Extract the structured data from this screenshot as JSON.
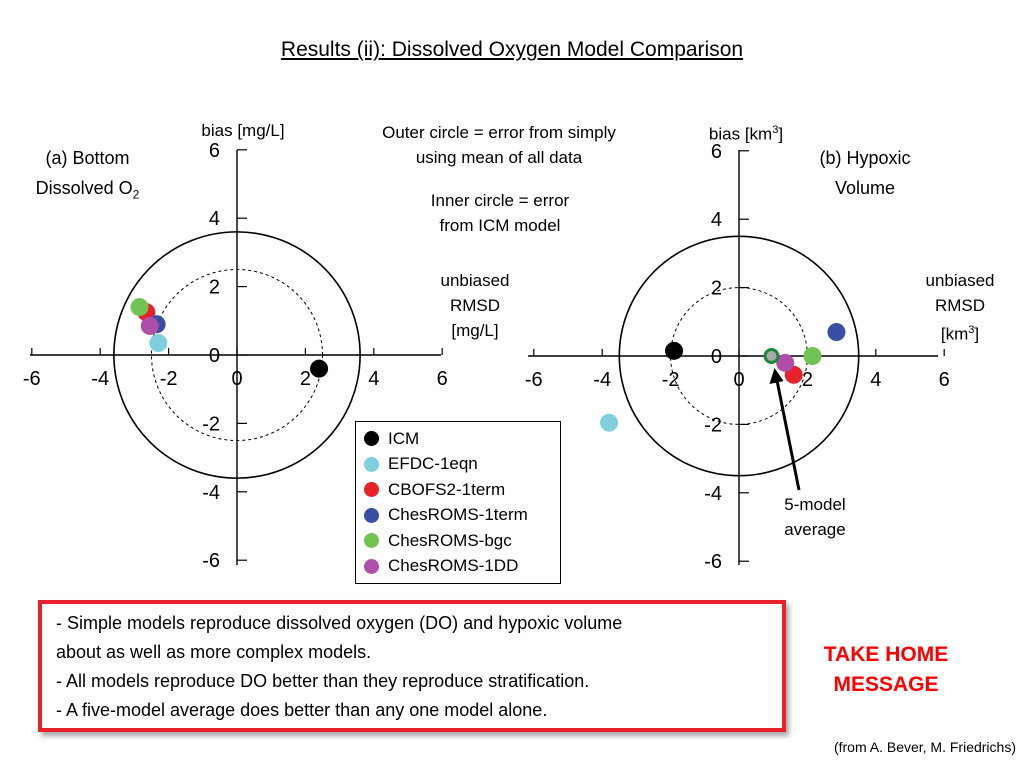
{
  "slide": {
    "title": "Results (ii): Dissolved Oxygen Model Comparison",
    "note_outer": [
      "Outer circle = error from simply",
      "using mean of all data"
    ],
    "note_inner": [
      "Inner circle = error",
      "from ICM model"
    ],
    "take_home": [
      "TAKE HOME",
      "MESSAGE"
    ],
    "credit": "(from A. Bever, M. Friedrichs)"
  },
  "messages": [
    "- Simple models reproduce dissolved oxygen (DO) and hypoxic volume",
    "about as well as more complex models.",
    "- All models reproduce DO better than they reproduce stratification.",
    "- A five-model average does better than any one model alone."
  ],
  "colors": {
    "ICM": "#000000",
    "EFDC-1eqn": "#7fcfdf",
    "CBOFS2-1term": "#e8222b",
    "ChesROMS-1term": "#3a4fa3",
    "ChesROMS-bgc": "#71c451",
    "ChesROMS-1DD": "#b04fa8",
    "average": "#1a8a3a",
    "message_border": "#e8222b",
    "take_home": "#ff0000"
  },
  "legend": [
    "ICM",
    "EFDC-1eqn",
    "CBOFS2-1term",
    "ChesROMS-1term",
    "ChesROMS-bgc",
    "ChesROMS-1DD"
  ],
  "chart_data": [
    {
      "type": "scatter",
      "title": [
        "(a) Bottom",
        "Dissolved O",
        "2"
      ],
      "ylabel": "bias [mg/L]",
      "xlabel": [
        "unbiased",
        "RMSD",
        "[mg/L]"
      ],
      "xlim": [
        -6,
        6
      ],
      "ylim": [
        -6,
        6
      ],
      "xticks": [
        -6,
        -4,
        -2,
        0,
        2,
        4,
        6
      ],
      "yticks": [
        -6,
        -4,
        -2,
        0,
        2,
        4,
        6
      ],
      "outer_radius": 3.6,
      "inner_radius": 2.5,
      "points": [
        {
          "model": "ICM",
          "x": 2.4,
          "y": -0.4
        },
        {
          "model": "EFDC-1eqn",
          "x": -2.3,
          "y": 0.35
        },
        {
          "model": "CBOFS2-1term",
          "x": -2.65,
          "y": 1.25
        },
        {
          "model": "ChesROMS-1term",
          "x": -2.35,
          "y": 0.9
        },
        {
          "model": "ChesROMS-bgc",
          "x": -2.85,
          "y": 1.4
        },
        {
          "model": "ChesROMS-1DD",
          "x": -2.55,
          "y": 0.85
        }
      ],
      "average": null
    },
    {
      "type": "scatter",
      "title": [
        "(b) Hypoxic",
        "Volume"
      ],
      "ylabel": [
        "bias [km",
        "3",
        "]"
      ],
      "xlabel": [
        "unbiased",
        "RMSD",
        "[km",
        "3",
        "]"
      ],
      "xlim": [
        -6,
        6
      ],
      "ylim": [
        -6,
        6
      ],
      "xticks": [
        -6,
        -4,
        -2,
        0,
        2,
        4,
        6
      ],
      "yticks": [
        -6,
        -4,
        -2,
        0,
        2,
        4,
        6
      ],
      "outer_radius": 3.5,
      "inner_radius": 2.0,
      "points": [
        {
          "model": "ICM",
          "x": -1.9,
          "y": 0.15
        },
        {
          "model": "EFDC-1eqn",
          "x": -3.8,
          "y": -1.95
        },
        {
          "model": "CBOFS2-1term",
          "x": 1.6,
          "y": -0.55
        },
        {
          "model": "ChesROMS-1term",
          "x": 2.85,
          "y": 0.7
        },
        {
          "model": "ChesROMS-bgc",
          "x": 2.15,
          "y": 0.0
        },
        {
          "model": "ChesROMS-1DD",
          "x": 1.35,
          "y": -0.2
        }
      ],
      "average": {
        "label": [
          "5-model",
          "average"
        ],
        "x": 0.95,
        "y": 0.0
      }
    }
  ]
}
